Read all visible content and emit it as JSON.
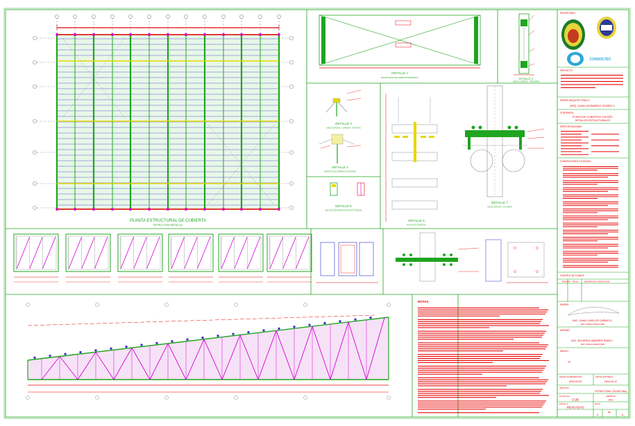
{
  "main_plan": {
    "title": "PLANTA ESTRUCTURAL DE CUBIERTA",
    "subtitle": "ESTRUCTURA METALICA"
  },
  "details": {
    "d1": {
      "title": "DETALLE 1",
      "subtitle": "DIAGONALES DE ARRIOSTRAMIENTO"
    },
    "d2": {
      "title": "DETALLE 2",
      "subtitle": "UNION CORREAS - TENSORES"
    },
    "d3": {
      "title": "DETALLE 3",
      "subtitle": "UNION CERCHA - CORREAS - PLATINAS"
    },
    "d4": {
      "title": "DETALLE 4",
      "subtitle": "SOPORTE DE CORREAS EN CERCHA"
    },
    "d5": {
      "title": "DETALLE 5",
      "subtitle": "SECCION DE PERFILES ESTRUCTURALES"
    },
    "d6": {
      "title": "DETALLE 6",
      "subtitle": "PLACA DE CONEXION"
    },
    "d7": {
      "title": "DETALLE 7",
      "subtitle": "UNION CERCHA - COLUMNA"
    }
  },
  "notes": {
    "heading": "NOTAS"
  },
  "title_block": {
    "propietario_label": "PROPIETARIO:",
    "logo_text": "CONSOLTEC",
    "proyecto_label": "PROYECTO:",
    "diseno_arq_label": "DISEÑO ARQUITECTONICO:",
    "diseno_arq_value": "ARQ. JUAN LEONARDO GÓMEZ V.",
    "contenido_label": "CONTENIDO:",
    "contenido_value_1": "PLANTA DE CUBIERTAS COLISEO",
    "contenido_value_2": "DETALLES ESTRUCTURALES",
    "especificaciones_label": "ESPECIFICACIONES:",
    "convenciones_label": "CONVENCIONES Y/O NOTAS:",
    "control_label": "CONTROL DE PLANOS",
    "control_headers": [
      "REVISION",
      "FECHA",
      "DESCRIPCION / MODIFICACION"
    ],
    "diseno_label": "DISEÑO:",
    "designer_name": "ING. JUAN CARLOS CAÑAS G.",
    "designer_mat": "MAT. 25202-196144 QND",
    "aprobo_label": "APROBÓ:",
    "approver_name": "ING. RICARDO ANDRÉS SANZ L.",
    "approver_mat": "MAT. 25202-124426 QND",
    "dibujo_label": "DIBUJO:",
    "dibujo_value": "JF",
    "fecha_elab_label": "FECHA ELABORACION",
    "fecha_elab_value": "2016-03-05",
    "fecha_ent_label": "FECHA ENTREGA",
    "fecha_ent_value": "2016-03-12",
    "archivo_label": "ARCHIVO:",
    "archivo_value": "ESTRUCTURAL COLISEO.dwg",
    "plano_label": "PLANO No:",
    "plano_value": "CUB",
    "version_label": "VERSION",
    "version_value": "001",
    "escala_label": "ESCALA:",
    "escala_value": "INDICADAS",
    "hoja_label": "HOJA",
    "hoja_value": "3",
    "de_label": "DE",
    "de_value": "4"
  },
  "colors": {
    "green": "#1fa51f",
    "red": "#e60000",
    "magenta": "#d400d4",
    "yellow": "#e6d800",
    "blue": "#3030d0",
    "gray": "#8a8a8a"
  }
}
